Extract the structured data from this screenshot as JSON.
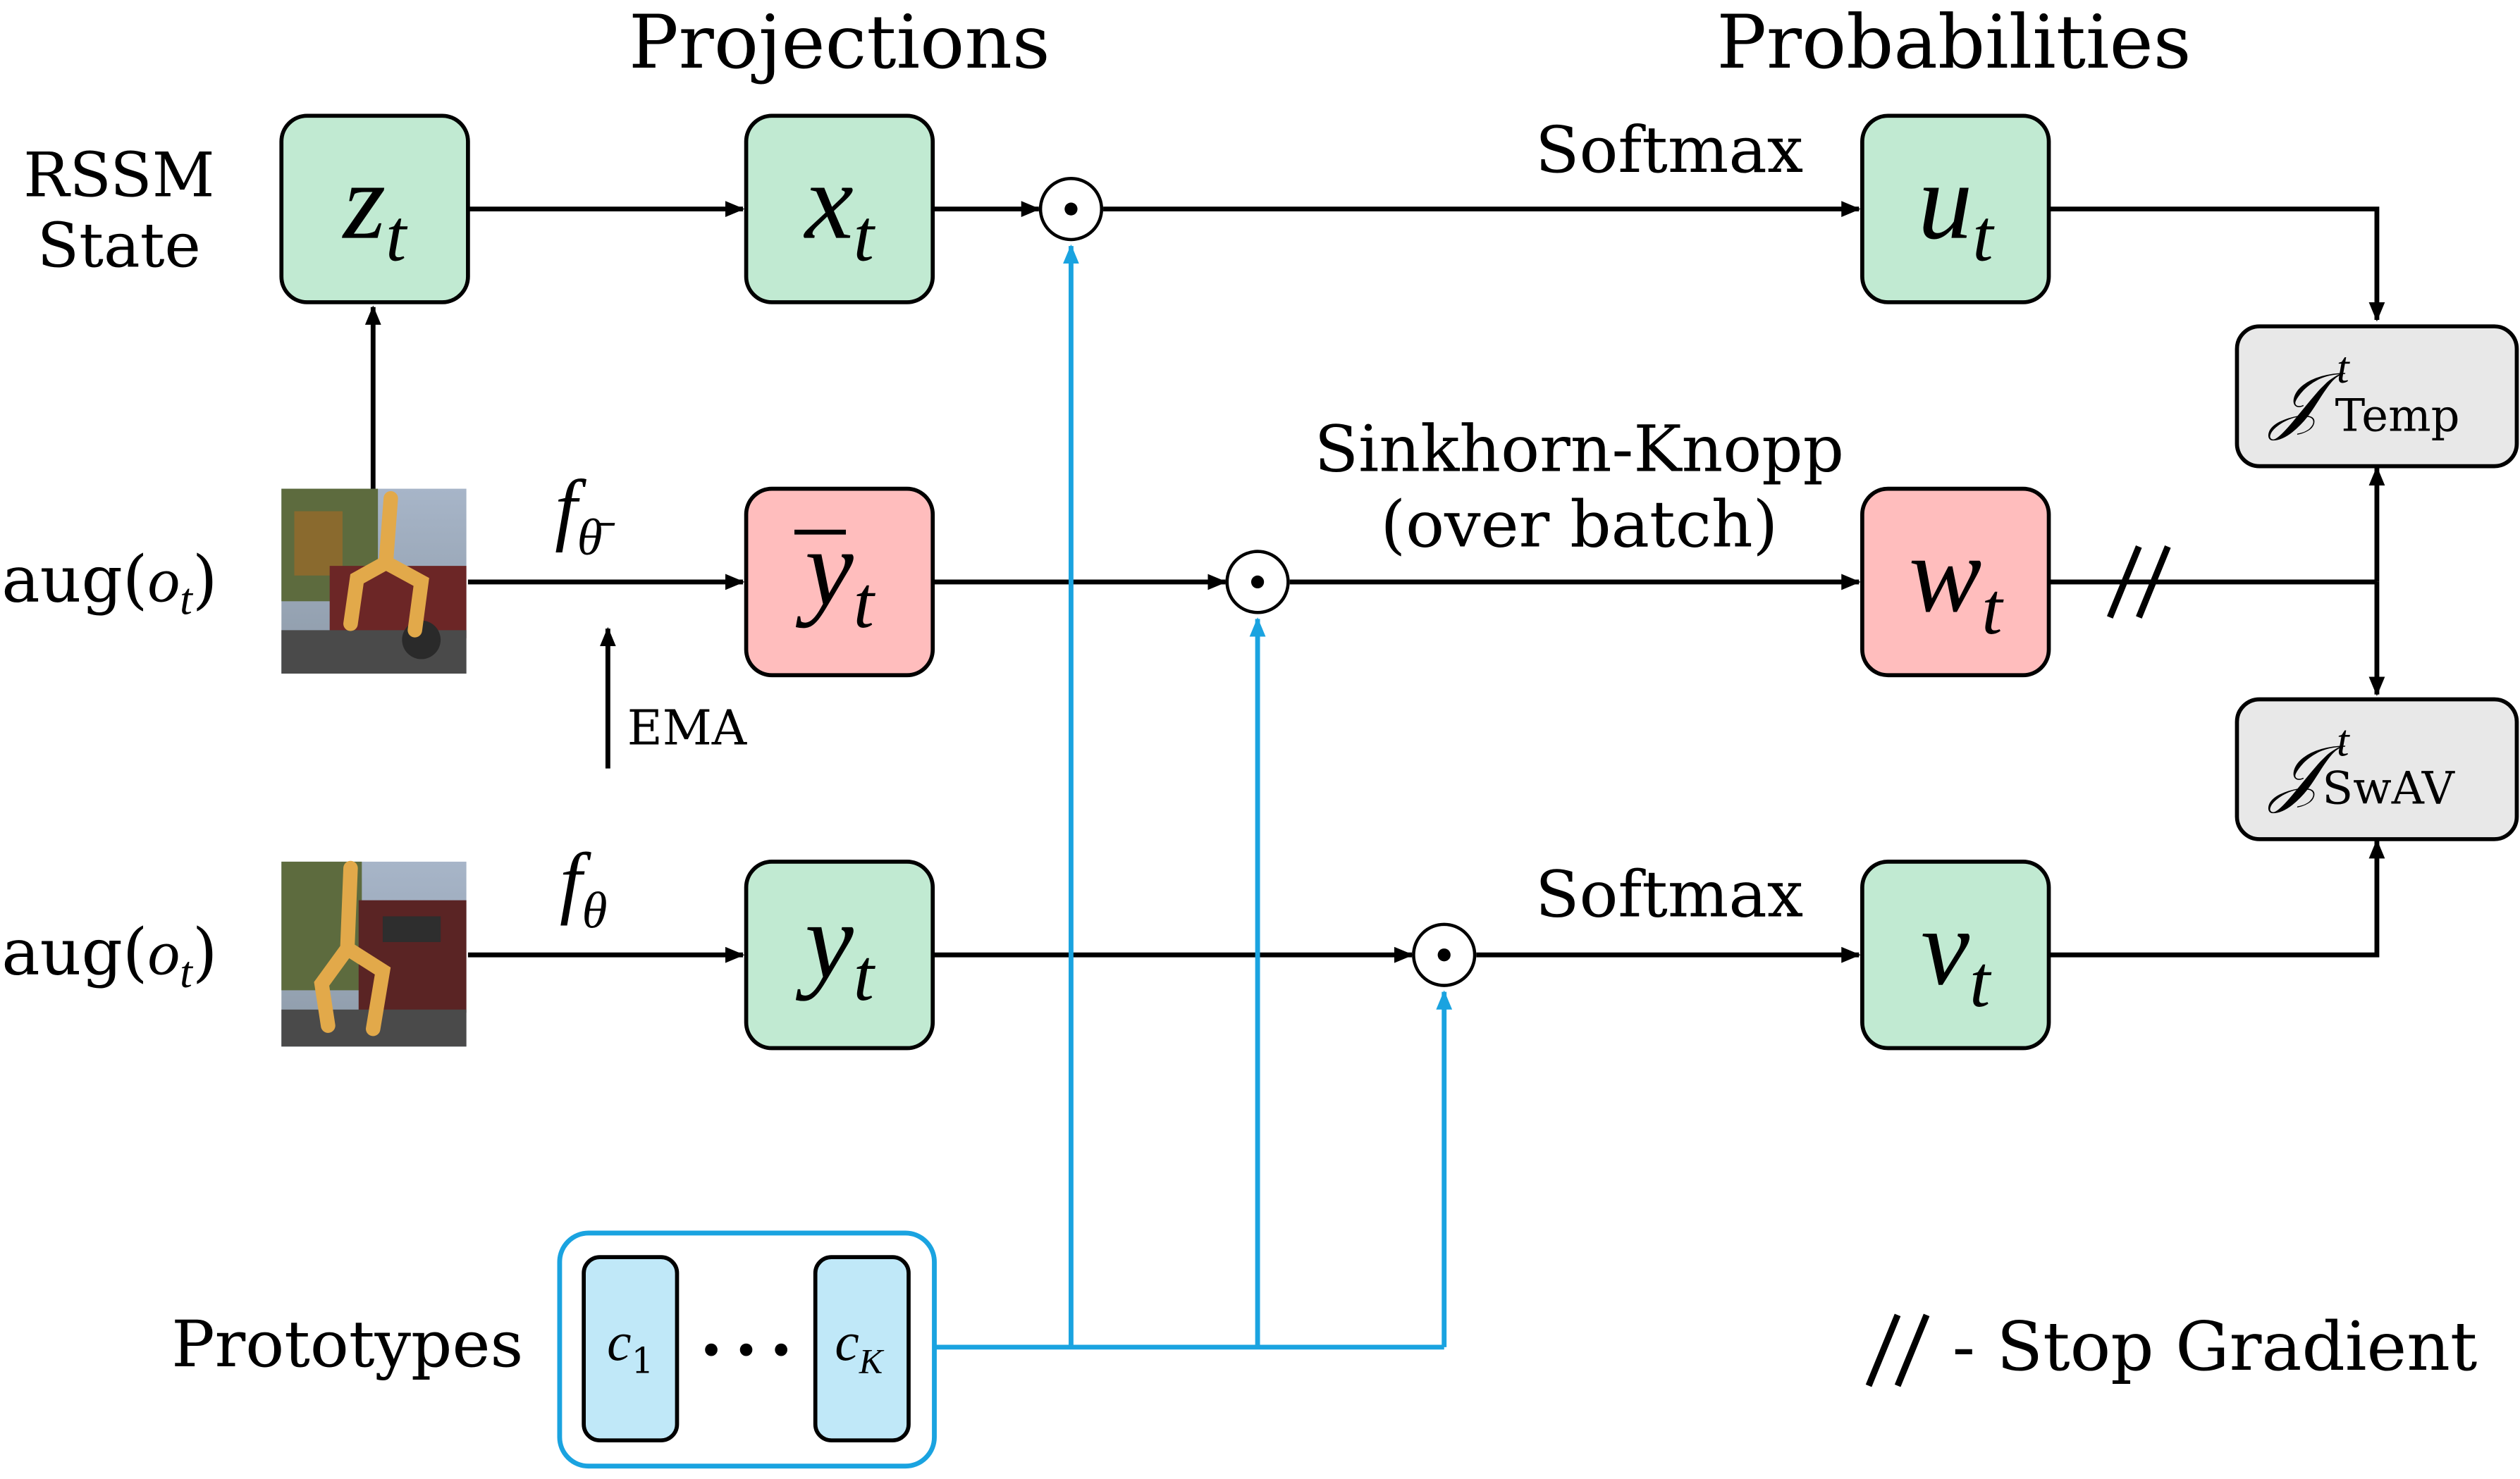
{
  "headers": {
    "projections": "Projections",
    "probabilities": "Probabilities"
  },
  "row_labels": {
    "rssm_line1": "RSSM",
    "rssm_line2": "State",
    "aug_top": "aug(",
    "aug_top_o": "o",
    "aug_top_sub": "t",
    "aug_top_close": ")",
    "aug_bottom": "aug(",
    "aug_bottom_o": "o",
    "aug_bottom_sub": "t",
    "aug_bottom_close": ")",
    "prototypes": "Prototypes"
  },
  "boxes": {
    "z": {
      "sym": "z",
      "sub": "t",
      "color": "#c1ead2"
    },
    "x": {
      "sym": "x",
      "sub": "t",
      "color": "#c1ead2"
    },
    "ybar": {
      "sym": "y",
      "sub": "t",
      "color": "#ffbdbd"
    },
    "y": {
      "sym": "y",
      "sub": "t",
      "color": "#c1ead2"
    },
    "u": {
      "sym": "u",
      "sub": "t",
      "color": "#c1ead2"
    },
    "w": {
      "sym": "w",
      "sub": "t",
      "color": "#ffbdbd"
    },
    "v": {
      "sym": "v",
      "sub": "t",
      "color": "#c1ead2"
    }
  },
  "losses": {
    "temp": {
      "sym": "𝒥",
      "sup": "t",
      "sub": "Temp",
      "color": "#e8e8e8"
    },
    "swav": {
      "sym": "𝒥",
      "sup": "t",
      "sub": "SwAV",
      "color": "#e8e8e8"
    }
  },
  "edge_labels": {
    "f_bar": "f",
    "f_bar_sub": "θ̄",
    "f": "f",
    "f_sub": "θ",
    "ema": "EMA",
    "softmax_top": "Softmax",
    "sinkhorn_line1": "Sinkhorn-Knopp",
    "sinkhorn_line2": "(over batch)",
    "softmax_bottom": "Softmax",
    "dot_symbol": "⊙"
  },
  "prototypes": {
    "first": "c",
    "first_sub": "1",
    "ellipsis": "• • •",
    "last": "c",
    "last_sub": "K",
    "fill": "#c0e8f8",
    "line_color": "#1aa3e0"
  },
  "legend": {
    "symbol": "//",
    "text": "- Stop Gradient"
  }
}
